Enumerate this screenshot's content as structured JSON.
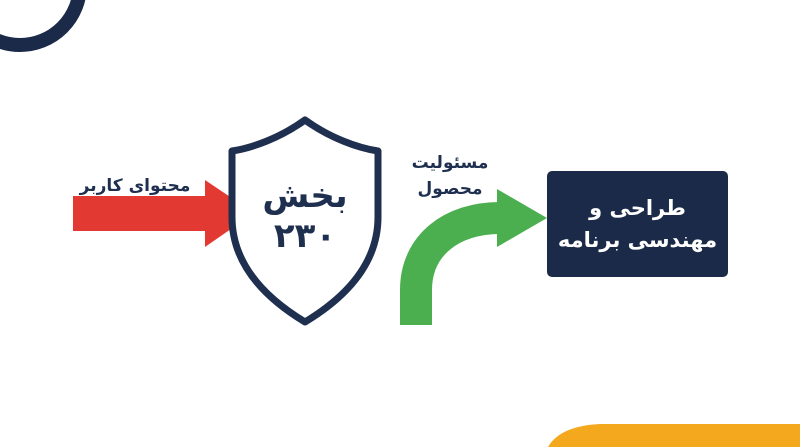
{
  "diagram": {
    "input_label": "محتوای کاربر",
    "shield": {
      "title": "بخش",
      "number": "۲۳۰"
    },
    "output_label": "مسئولیت محصول",
    "target_box": {
      "text": "طراحی و مهندسی برنامه"
    }
  },
  "colors": {
    "navy": "#1b2a48",
    "red_arrow": "#e23a33",
    "green_arrow": "#4caf4f",
    "accent_yellow": "#f4a81d",
    "white": "#ffffff"
  },
  "icons": {
    "shield": "shield-icon",
    "input_arrow": "arrow-right-icon",
    "output_arrow": "curved-arrow-up-right-icon"
  }
}
